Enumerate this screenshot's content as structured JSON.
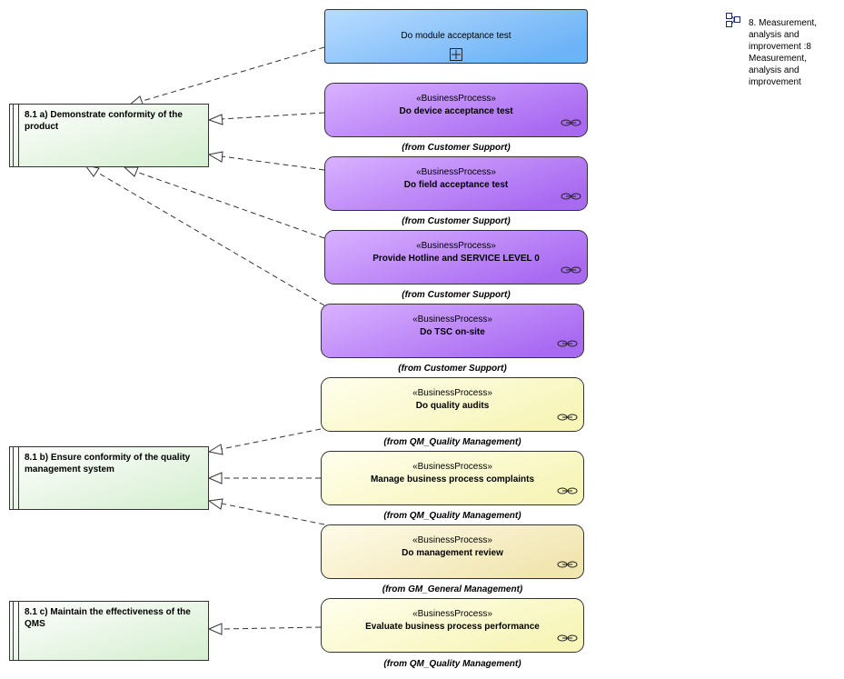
{
  "colors": {
    "requirement_fill_start": "#ffffff",
    "requirement_fill_end": "#d4eecf",
    "module_fill_start": "#b9dcff",
    "module_fill_end": "#6db3f7",
    "customer_process_start": "#d9b2ff",
    "customer_process_end": "#a96af2",
    "quality_process_start": "#ffffee",
    "quality_process_end": "#f7f5b8",
    "general_process_start": "#fffbea",
    "general_process_end": "#f1e5b0",
    "border": "#333333"
  },
  "requirements": [
    {
      "lines": [
        "8.1 a) Demonstrate conformity of the",
        "product"
      ]
    },
    {
      "lines": [
        "8.1 b) Ensure conformity of the quality",
        "management system"
      ]
    },
    {
      "lines": [
        "8.1 c) Maintain the effectiveness of the",
        "QMS"
      ]
    }
  ],
  "module": {
    "name": "Do module acceptance test",
    "icon": "expand-box-icon"
  },
  "processes": [
    {
      "stereotype": "«BusinessProcess»",
      "name": "Do device acceptance test",
      "from": "(from Customer Support)",
      "icon": "link-chain-icon"
    },
    {
      "stereotype": "«BusinessProcess»",
      "name": "Do field acceptance test",
      "from": "(from Customer Support)",
      "icon": "link-chain-icon"
    },
    {
      "stereotype": "«BusinessProcess»",
      "name": "Provide Hotline and SERVICE LEVEL 0",
      "from": "(from Customer Support)",
      "icon": "link-chain-icon"
    },
    {
      "stereotype": "«BusinessProcess»",
      "name": "Do TSC on-site",
      "from": "(from Customer Support)",
      "icon": "link-chain-icon"
    },
    {
      "stereotype": "«BusinessProcess»",
      "name": "Do quality audits",
      "from": "(from QM_Quality Management)",
      "icon": "link-chain-icon"
    },
    {
      "stereotype": "«BusinessProcess»",
      "name": "Manage business process complaints",
      "from": "(from QM_Quality Management)",
      "icon": "link-chain-icon"
    },
    {
      "stereotype": "«BusinessProcess»",
      "name": "Do management review",
      "from": "(from GM_General Management)",
      "icon": "link-chain-icon"
    },
    {
      "stereotype": "«BusinessProcess»",
      "name": "Evaluate business process performance",
      "from": "(from QM_Quality Management)",
      "icon": "link-chain-icon"
    }
  ],
  "note": {
    "icon": "package-diagram-icon",
    "lines": [
      "8. Measurement,",
      "analysis and",
      "improvement :8",
      "Measurement,",
      "analysis and",
      "improvement"
    ]
  }
}
